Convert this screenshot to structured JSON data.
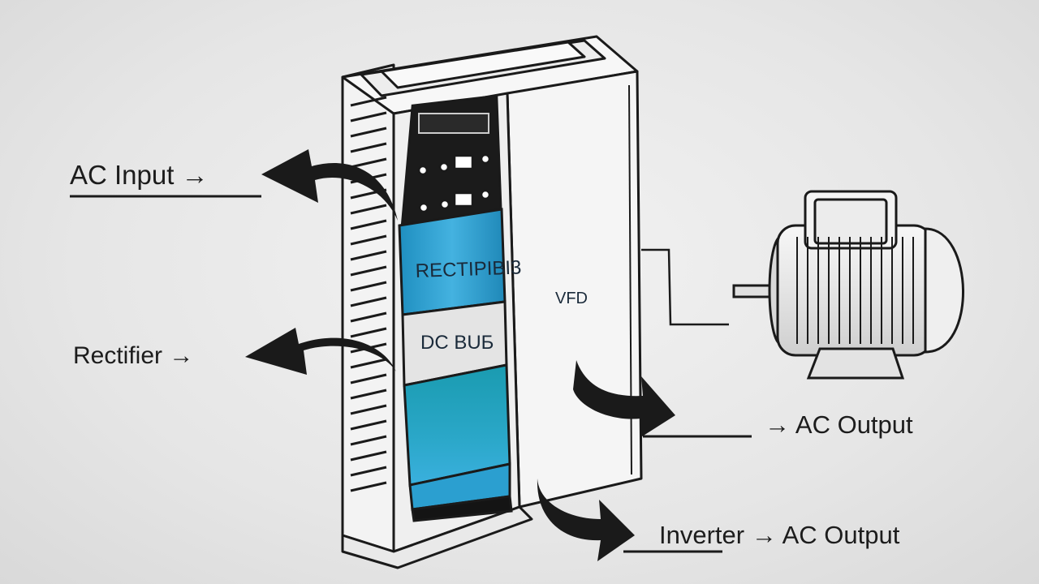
{
  "labels": {
    "ac_input": "AC Input →",
    "rectifier": "Rectifier →",
    "ac_output": "→ AC Output",
    "inverter": "Inverter → AC Output"
  },
  "device": {
    "rectifier_block": "RECTIPIBI3",
    "dc_bus_block": "DC BUБ",
    "front_label": "VFD"
  },
  "colors": {
    "outline": "#1a1a1a",
    "blue_panel": "#3aa8d8",
    "blue_panel_dark": "#1c86b4",
    "dc_bus_panel": "#e4e4e4",
    "housing": "#f4f4f4",
    "arrow": "#1a1a1a"
  },
  "icons": [
    "curved-arrow-icon",
    "electric-motor-icon"
  ]
}
